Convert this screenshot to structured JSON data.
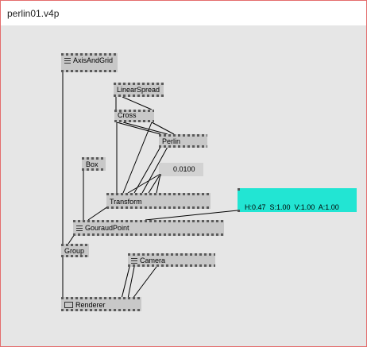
{
  "window": {
    "title": "perlin01.v4p"
  },
  "nodes": {
    "axis": {
      "label": "AxisAndGrid",
      "icon": "menu-icon"
    },
    "linspread": {
      "label": "LinearSpread"
    },
    "cross": {
      "label": "Cross"
    },
    "perlin": {
      "label": "Perlin"
    },
    "box": {
      "label": "Box"
    },
    "ioval": {
      "label": "0.0100"
    },
    "transform": {
      "label": "Transform"
    },
    "gouraud": {
      "label": "GouraudPoint",
      "icon": "menu-icon"
    },
    "group": {
      "label": "Group"
    },
    "camera": {
      "label": "Camera",
      "icon": "menu-icon"
    },
    "renderer": {
      "label": "Renderer",
      "icon": "window-icon"
    },
    "color": {
      "label": "H:0.47  S:1.00  V:1.00  A:1.00",
      "fill": "#22e5d3"
    }
  },
  "colors": {
    "node_bg": "#c8c8c8",
    "patch_bg": "#e6e6e6",
    "wire": "#000000"
  }
}
